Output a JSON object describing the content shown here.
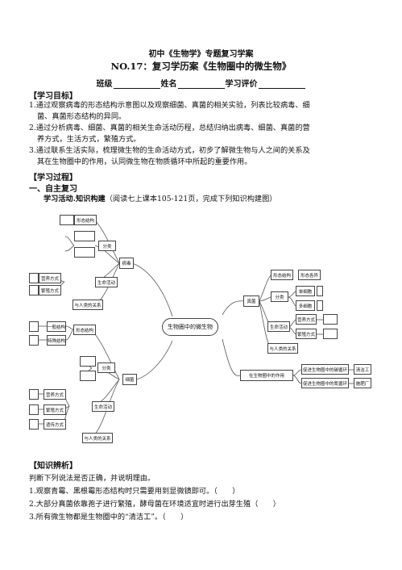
{
  "header": {
    "title": "初中《生物学》专题复习学案",
    "subtitle": "NO.17：复习学历案《生物圈中的微生物》",
    "class_label": "班级",
    "name_label": "姓名",
    "eval_label": "学习评价"
  },
  "goals": {
    "heading": "【学习目标】",
    "items": [
      "1.通过观察病毒的形态结构示意图以及观察细菌、真菌的相关实验，列表比较病毒、细",
      "菌、真菌形态结构的异同。",
      "2.通过分析病毒、细菌、真菌的相关生命活动历程，总结归纳出病毒、细菌、真菌的营",
      "养方式，生活方式，繁殖方式。",
      "3.通过联系生活实际，梳理微生物的生命活动方式，初步了解微生物与人之间的关系及",
      "其在生物圈中的作用，认同微生物在物质循环中所起的重要作用。"
    ]
  },
  "process": {
    "heading": "【学习过程】",
    "section1": "一、自主复习",
    "activity_bold": "学习活动.知识构建",
    "activity_note": "（阅读七上课本105-121页，完成下列知识构建图）"
  },
  "mindmap": {
    "center": "生物圈中的微生物",
    "virus": {
      "label": "病毒",
      "items": [
        "形态结构",
        "分类",
        "营养方式",
        "繁殖方式",
        "生命活动",
        "与人类的关系"
      ]
    },
    "fungi": {
      "label": "真菌",
      "items": [
        "形态结构",
        "形态各异",
        "分类",
        "单细胞",
        "多细胞",
        "生命活动",
        "营养方式",
        "繁殖方式",
        "与人类的关系"
      ]
    },
    "bacteria": {
      "label": "细菌",
      "items": [
        "一般结构",
        "特殊结构",
        "形态结构",
        "分类",
        "营养方式",
        "繁殖方式",
        "生命活动",
        "遗传方式",
        "与人类的关系"
      ]
    },
    "role": {
      "label": "在生物圈中的作用",
      "items": [
        "促进生物圈中的碳循环",
        "促进生物圈中的氮循环",
        "清洁工",
        "施肥厂"
      ]
    }
  },
  "judge": {
    "heading": "【知识辨析】",
    "intro": "判断下列说法是否正确，并说明理由。",
    "items": [
      "1.观察青霉、黑根霉形态结构时只需要用到显微镜即可。（　　）",
      "2.大部分真菌依靠孢子进行繁殖，酵母菌在环境适宜时进行出芽生殖（　　）",
      "3.所有微生物都是生物圈中的“清洁工”。（　　）"
    ]
  }
}
